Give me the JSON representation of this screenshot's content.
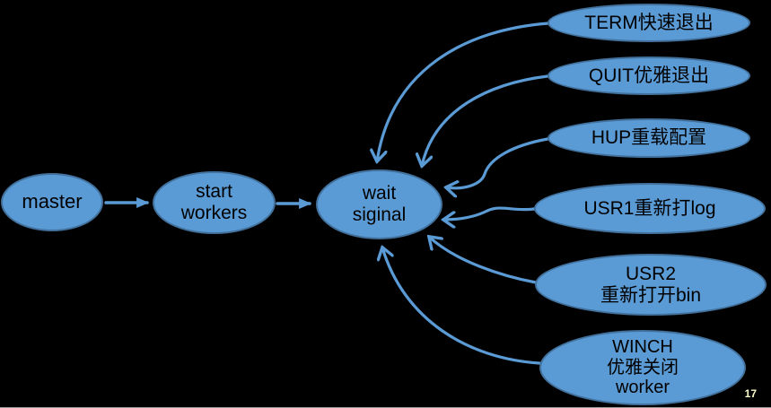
{
  "slide": {
    "page_number": "17",
    "background_color": "#000000"
  },
  "colors": {
    "node_fill": "#5b9bd5",
    "node_border": "#41719c",
    "arrow": "#5b9bd5",
    "node_text": "#000000",
    "page_number_text": "#fbfbc9"
  },
  "nodes": {
    "master": {
      "label": "master"
    },
    "start_workers": {
      "label": "start\nworkers"
    },
    "wait_signal": {
      "label": "wait\nsiginal"
    },
    "term": {
      "label": "TERM快速退出"
    },
    "quit": {
      "label": "QUIT优雅退出"
    },
    "hup": {
      "label": "HUP重载配置"
    },
    "usr1": {
      "label": "USR1重新打log"
    },
    "usr2": {
      "label": "USR2\n重新打开bin"
    },
    "winch": {
      "label": "WINCH\n优雅关闭\nworker"
    }
  },
  "edges": [
    {
      "from": "master",
      "to": "start_workers",
      "style": "straight-filled-arrow"
    },
    {
      "from": "start_workers",
      "to": "wait_signal",
      "style": "straight-filled-arrow"
    },
    {
      "from": "term",
      "to": "wait_signal",
      "style": "curved-open-arrow"
    },
    {
      "from": "quit",
      "to": "wait_signal",
      "style": "curved-open-arrow"
    },
    {
      "from": "hup",
      "to": "wait_signal",
      "style": "curved-open-arrow"
    },
    {
      "from": "usr1",
      "to": "wait_signal",
      "style": "curved-open-arrow"
    },
    {
      "from": "usr2",
      "to": "wait_signal",
      "style": "curved-open-arrow"
    },
    {
      "from": "winch",
      "to": "wait_signal",
      "style": "curved-open-arrow"
    }
  ]
}
